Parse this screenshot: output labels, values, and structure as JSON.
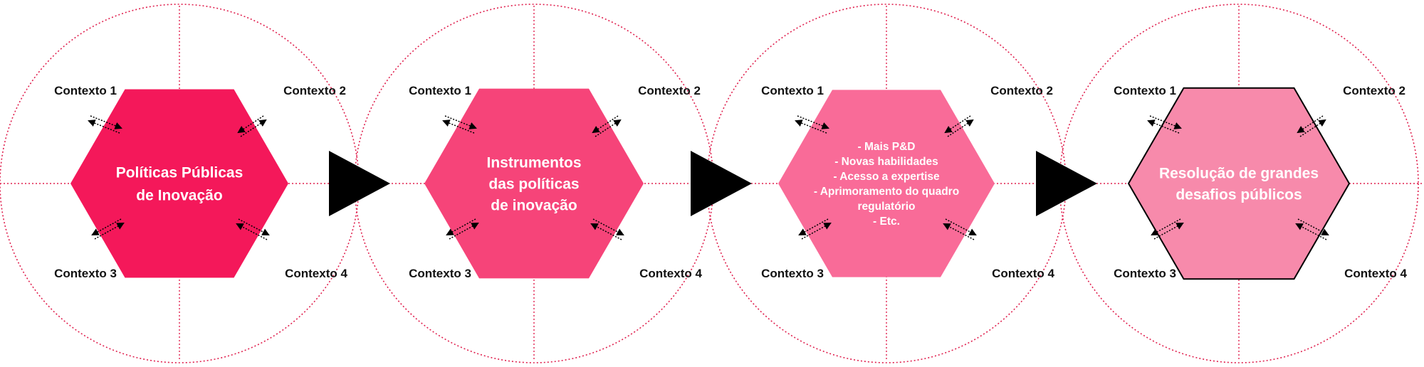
{
  "colors": {
    "dotted_line": "#e0214f",
    "arrow": "#000000",
    "stage1_fill": "#f4185a",
    "stage2_fill": "#f64479",
    "stage3_fill": "#f96b98",
    "stage4_fill": "#f78aab",
    "text_light": "#ffffff",
    "text_dark": "#111111"
  },
  "context_labels": [
    "Contexto 1",
    "Contexto 2",
    "Contexto 3",
    "Contexto 4"
  ],
  "stages": [
    {
      "title_lines": [
        "Políticas Públicas",
        "de Inovação"
      ]
    },
    {
      "title_lines": [
        "Instrumentos",
        "das políticas",
        "de inovação"
      ]
    },
    {
      "title_lines": [
        "- Mais P&D",
        "- Novas habilidades",
        "- Acesso a expertise",
        "- Aprimoramento do quadro",
        "regulatório",
        "- Etc."
      ]
    },
    {
      "title_lines": [
        "Resolução de grandes",
        "desafios públicos"
      ]
    }
  ]
}
